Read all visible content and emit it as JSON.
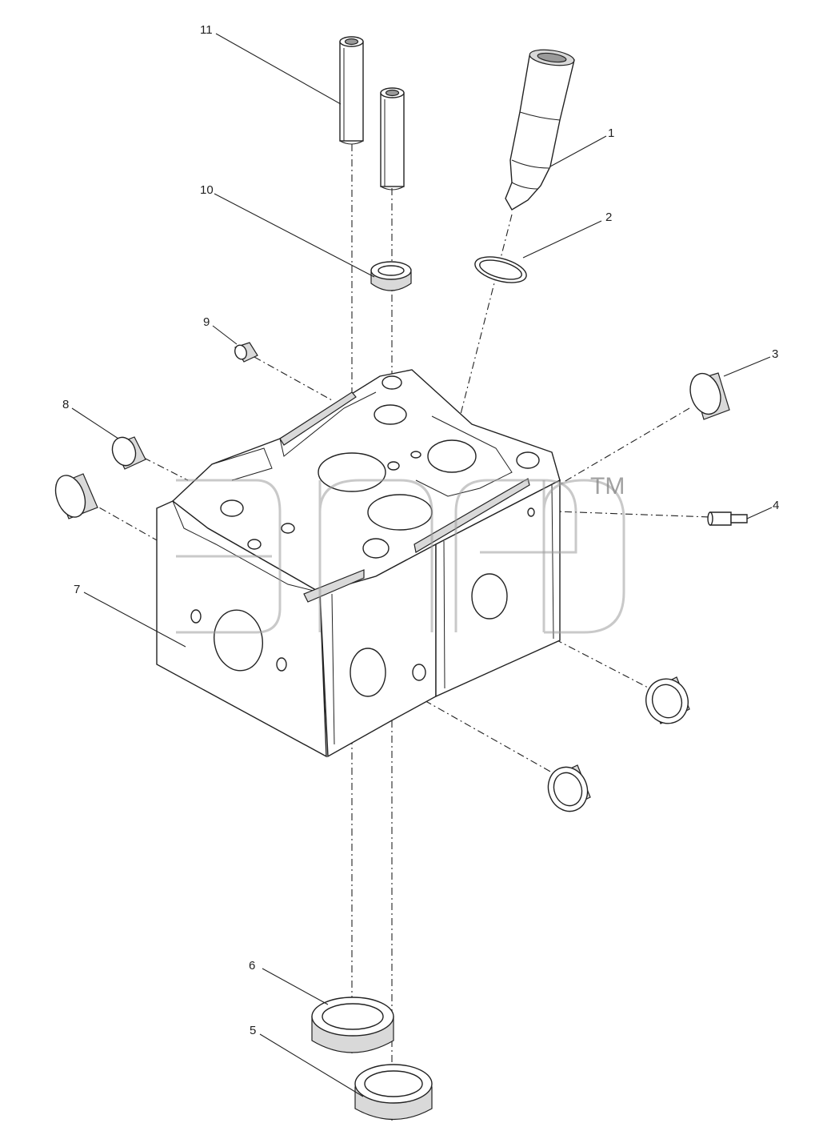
{
  "diagram": {
    "callouts": [
      {
        "id": "1",
        "label": "1"
      },
      {
        "id": "2",
        "label": "2"
      },
      {
        "id": "3",
        "label": "3"
      },
      {
        "id": "4",
        "label": "4"
      },
      {
        "id": "5",
        "label": "5"
      },
      {
        "id": "6",
        "label": "6"
      },
      {
        "id": "7",
        "label": "7"
      },
      {
        "id": "8",
        "label": "8"
      },
      {
        "id": "9",
        "label": "9"
      },
      {
        "id": "10",
        "label": "10"
      },
      {
        "id": "11",
        "label": "11"
      }
    ]
  },
  "watermark": {
    "trademark": "TM"
  },
  "colors": {
    "line": "#222222",
    "fill": "#ffffff",
    "shade": "#d9d9d9",
    "watermark": "#9c9c9c"
  }
}
